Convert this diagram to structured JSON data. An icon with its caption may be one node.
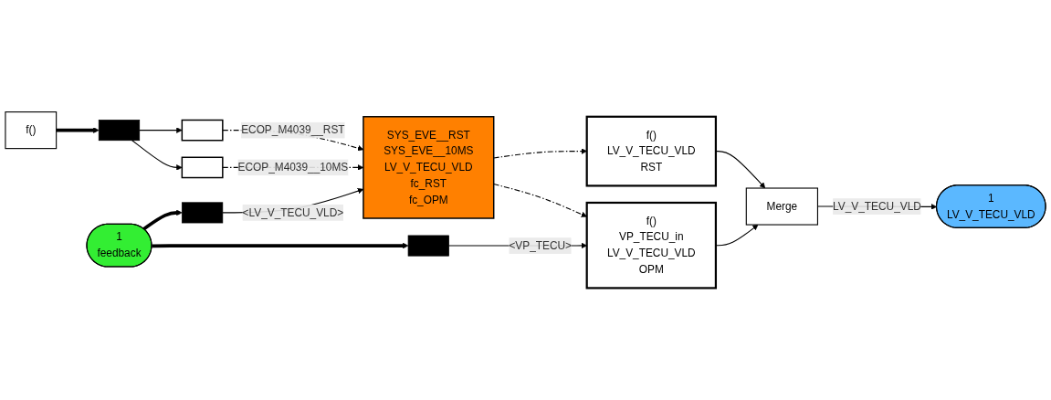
{
  "diagram": {
    "nodes": [
      {
        "text": [
          "f()"
        ]
      },
      {
        "text": [],
        "shape": "bar"
      },
      {
        "text": [],
        "shape": "box"
      },
      {
        "text": [],
        "shape": "box"
      },
      {
        "text": [
          "SYS_EVE__RST",
          "SYS_EVE__10MS",
          "LV_V_TECU_VLD",
          "fc_RST",
          "fc_OPM"
        ]
      },
      {
        "text": [
          "1",
          "feedback"
        ]
      },
      {
        "text": [],
        "shape": "bar"
      },
      {
        "text": [],
        "shape": "bar"
      },
      {
        "text": [
          "f()",
          "LV_V_TECU_VLD",
          "RST"
        ]
      },
      {
        "text": [
          "f()",
          "VP_TECU_in",
          "LV_V_TECU_VLD",
          "OPM"
        ]
      },
      {
        "text": [
          "Merge"
        ]
      },
      {
        "text": [
          "1",
          "LV_V_TECU_VLD"
        ]
      }
    ],
    "edges": [
      {
        "from": 0,
        "to": 1,
        "arrow": "to",
        "style": "thick"
      },
      {
        "from": 1,
        "to": 2,
        "arrow": "to"
      },
      {
        "from": 1,
        "to": 3,
        "arrow": "to"
      },
      {
        "from": 2,
        "to": 4,
        "arrow": "to",
        "style": "dashed",
        "label": "ECOP_M4039__RST"
      },
      {
        "from": 3,
        "to": 4,
        "arrow": "to",
        "style": "dashed",
        "label": "ECOP_M4039__10MS"
      },
      {
        "from": 5,
        "to": 6,
        "arrow": "to",
        "style": "thick"
      },
      {
        "from": 5,
        "to": 7,
        "arrow": "to",
        "style": "thick"
      },
      {
        "from": 6,
        "to": 4,
        "arrow": "to",
        "label": "<LV_V_TECU_VLD>"
      },
      {
        "from": 7,
        "to": 9,
        "arrow": "to",
        "label": "<VP_TECU>"
      },
      {
        "from": 4,
        "to": 8,
        "arrow": "to",
        "style": "dashed"
      },
      {
        "from": 4,
        "to": 9,
        "arrow": "to",
        "style": "dashed"
      },
      {
        "from": 8,
        "to": 10,
        "arrow": "to"
      },
      {
        "from": 9,
        "to": 10,
        "arrow": "to"
      },
      {
        "from": 10,
        "to": 11,
        "arrow": "to",
        "label": "LV_V_TECU_VLD"
      }
    ]
  }
}
